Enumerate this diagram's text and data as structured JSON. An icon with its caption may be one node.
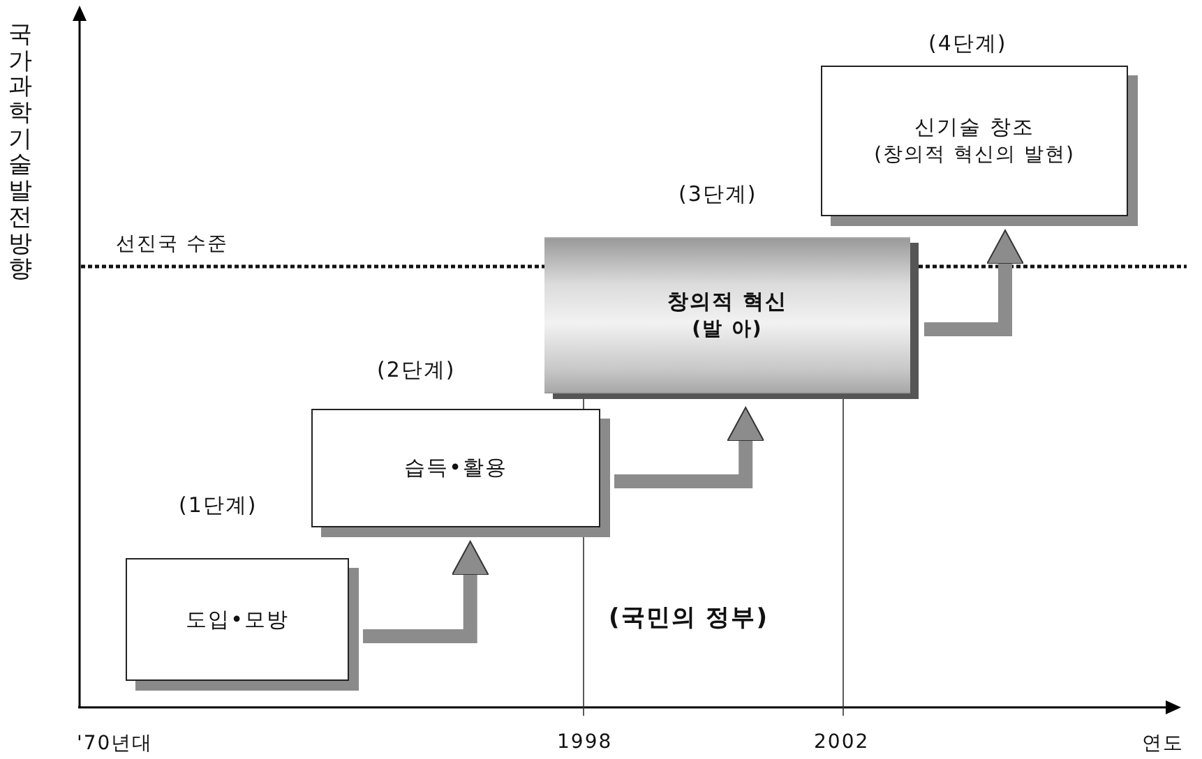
{
  "diagram": {
    "nodes": [
      {
        "text": [
          "(1단계)",
          "도입•모방"
        ]
      },
      {
        "text": [
          "(2단계)",
          "습득•활용"
        ]
      },
      {
        "text": [
          "(3단계)",
          "창의적 혁신",
          "(발 아)"
        ]
      },
      {
        "text": [
          "(4단계)",
          "신기술 창조",
          "(창의적 혁신의 발현)"
        ]
      }
    ],
    "edges": [
      {
        "from": 0,
        "to": 1,
        "arrow": "to"
      },
      {
        "from": 1,
        "to": 2,
        "arrow": "to"
      },
      {
        "from": 2,
        "to": 3,
        "arrow": "to"
      }
    ],
    "labels": [
      "국가과학기술발전방향",
      "선진국 수준",
      "(국민의 정부)",
      "'70년대",
      "1998",
      "2002",
      "연도"
    ]
  }
}
